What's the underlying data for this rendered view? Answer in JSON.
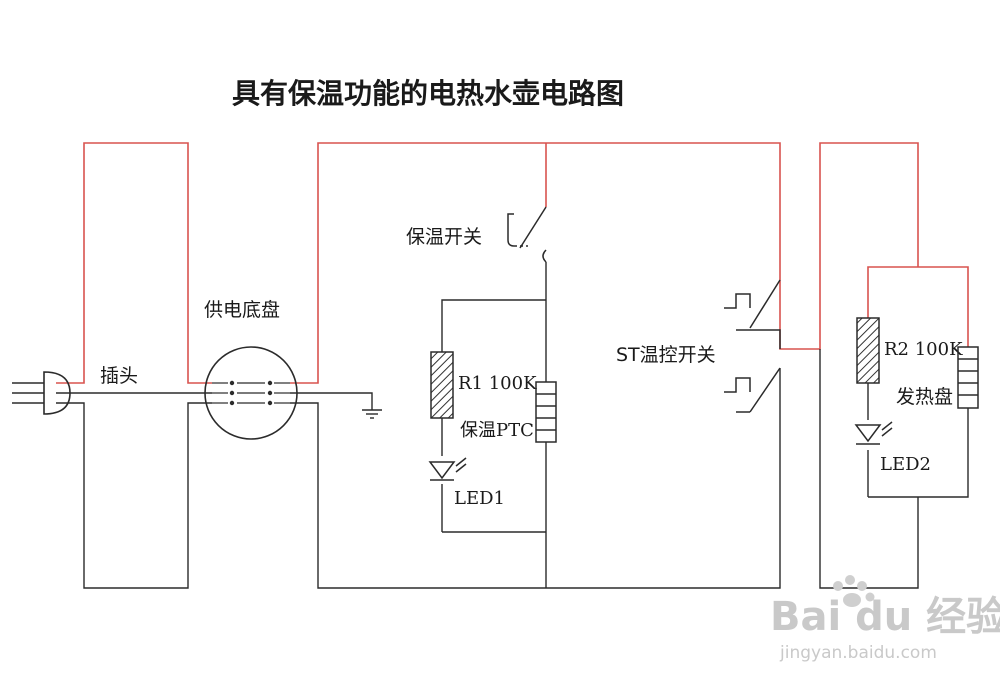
{
  "title": "具有保温功能的电热水壶电路图",
  "labels": {
    "plug": "插头",
    "base": "供电底盘",
    "keep_warm_switch": "保温开关",
    "r1": "R1 100K",
    "keep_warm_ptc": "保温PTC",
    "led1": "LED1",
    "st_switch": "ST温控开关",
    "r2": "R2 100K",
    "heater": "发热盘",
    "led2": "LED2"
  },
  "watermark": {
    "logo": "Bai du 经验",
    "url": "jingyan.baidu.com"
  },
  "colors": {
    "live_wire": "#d9534f",
    "neutral_wire": "#2b2b2b",
    "text": "#1a1a1a",
    "watermark": "#c9c9c9"
  }
}
